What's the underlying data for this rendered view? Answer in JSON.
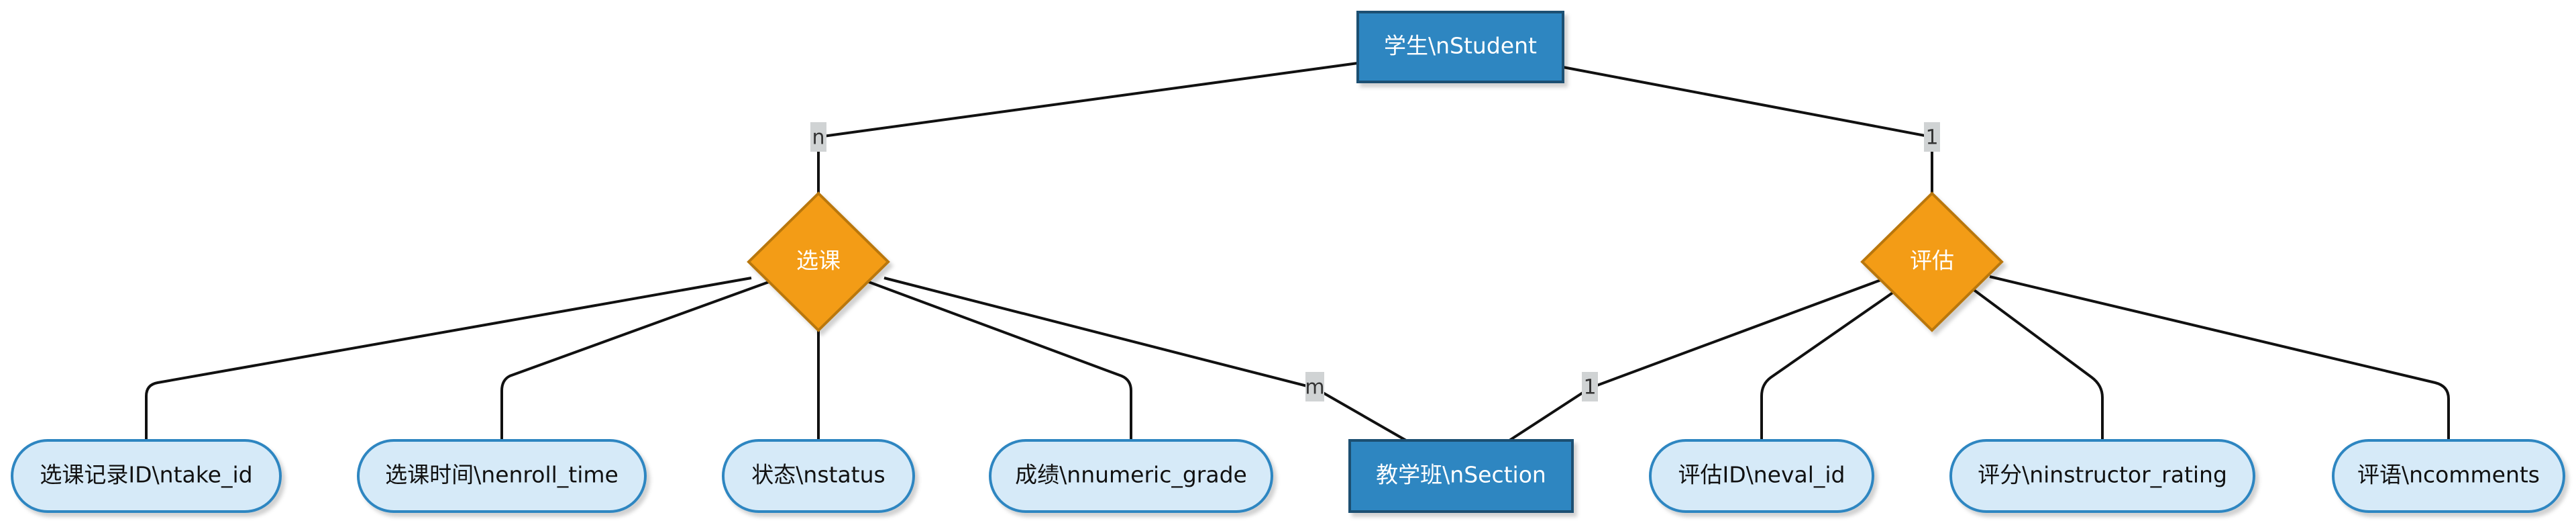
{
  "colors": {
    "entity_fill": "#2E86C1",
    "entity_stroke": "#1B4F72",
    "relation_fill": "#F39C12",
    "relation_stroke": "#B9770E",
    "attribute_fill": "#D6EAF8",
    "attribute_stroke": "#2E86C1",
    "card_fill": "#D0D3D4",
    "edge": "#111111"
  },
  "entities": {
    "student": "学生\\nStudent",
    "section": "教学班\\nSection"
  },
  "relationships": {
    "enroll": "选课",
    "evaluate": "评估"
  },
  "attributes": {
    "take_id": "选课记录ID\\ntake_id",
    "enroll_time": "选课时间\\nenroll_time",
    "status": "状态\\nstatus",
    "numeric_grade": "成绩\\nnumeric_grade",
    "eval_id": "评估ID\\neval_id",
    "instructor_rating": "评分\\ninstructor_rating",
    "comments": "评语\\ncomments"
  },
  "cardinalities": {
    "student_enroll": "n",
    "section_enroll": "m",
    "student_evaluate": "1",
    "section_evaluate": "1"
  }
}
